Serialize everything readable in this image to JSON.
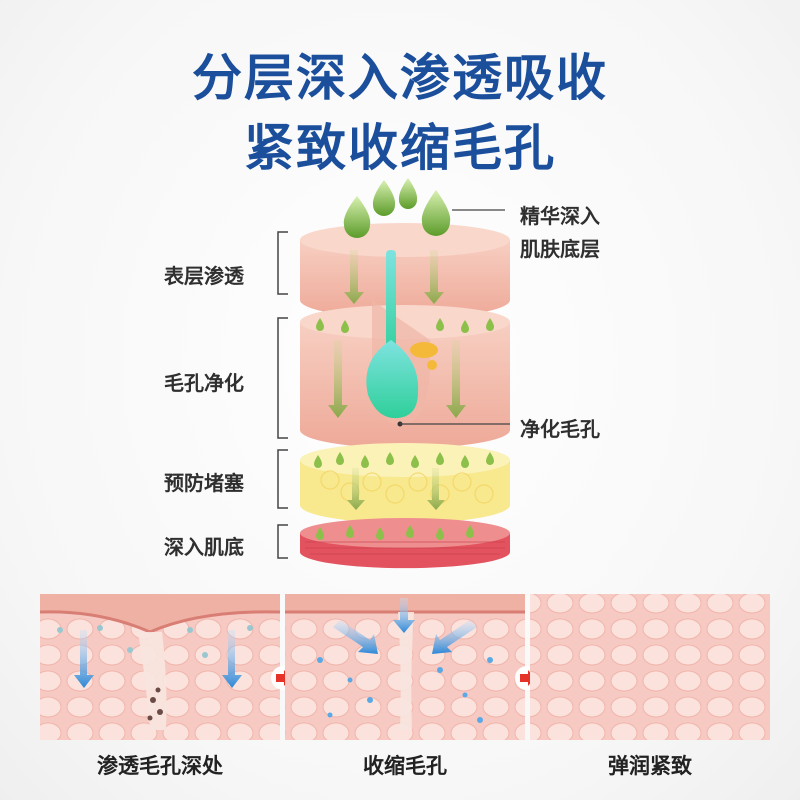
{
  "title_line1": "分层深入渗透吸收",
  "title_line2": "紧致收缩毛孔",
  "layer_labels": {
    "surface": "表层渗透",
    "pore": "毛孔净化",
    "prevent": "预防堵塞",
    "deep": "深入肌底"
  },
  "callouts": {
    "essence_line1": "精华深入",
    "essence_line2": "肌肤底层",
    "clean_pore": "净化毛孔"
  },
  "steps": [
    {
      "label": "渗透毛孔深处"
    },
    {
      "label": "收缩毛孔"
    },
    {
      "label": "弹润紧致"
    }
  ],
  "colors": {
    "title": "#1b4f9c",
    "skin_pink": "#f4c3b6",
    "fat_yellow": "#f8ec9c",
    "muscle_red": "#e45a66",
    "drop_green": "#7fb640",
    "arrow_blue": "#3b8ed8",
    "step_arrow_red": "#e5332a"
  }
}
